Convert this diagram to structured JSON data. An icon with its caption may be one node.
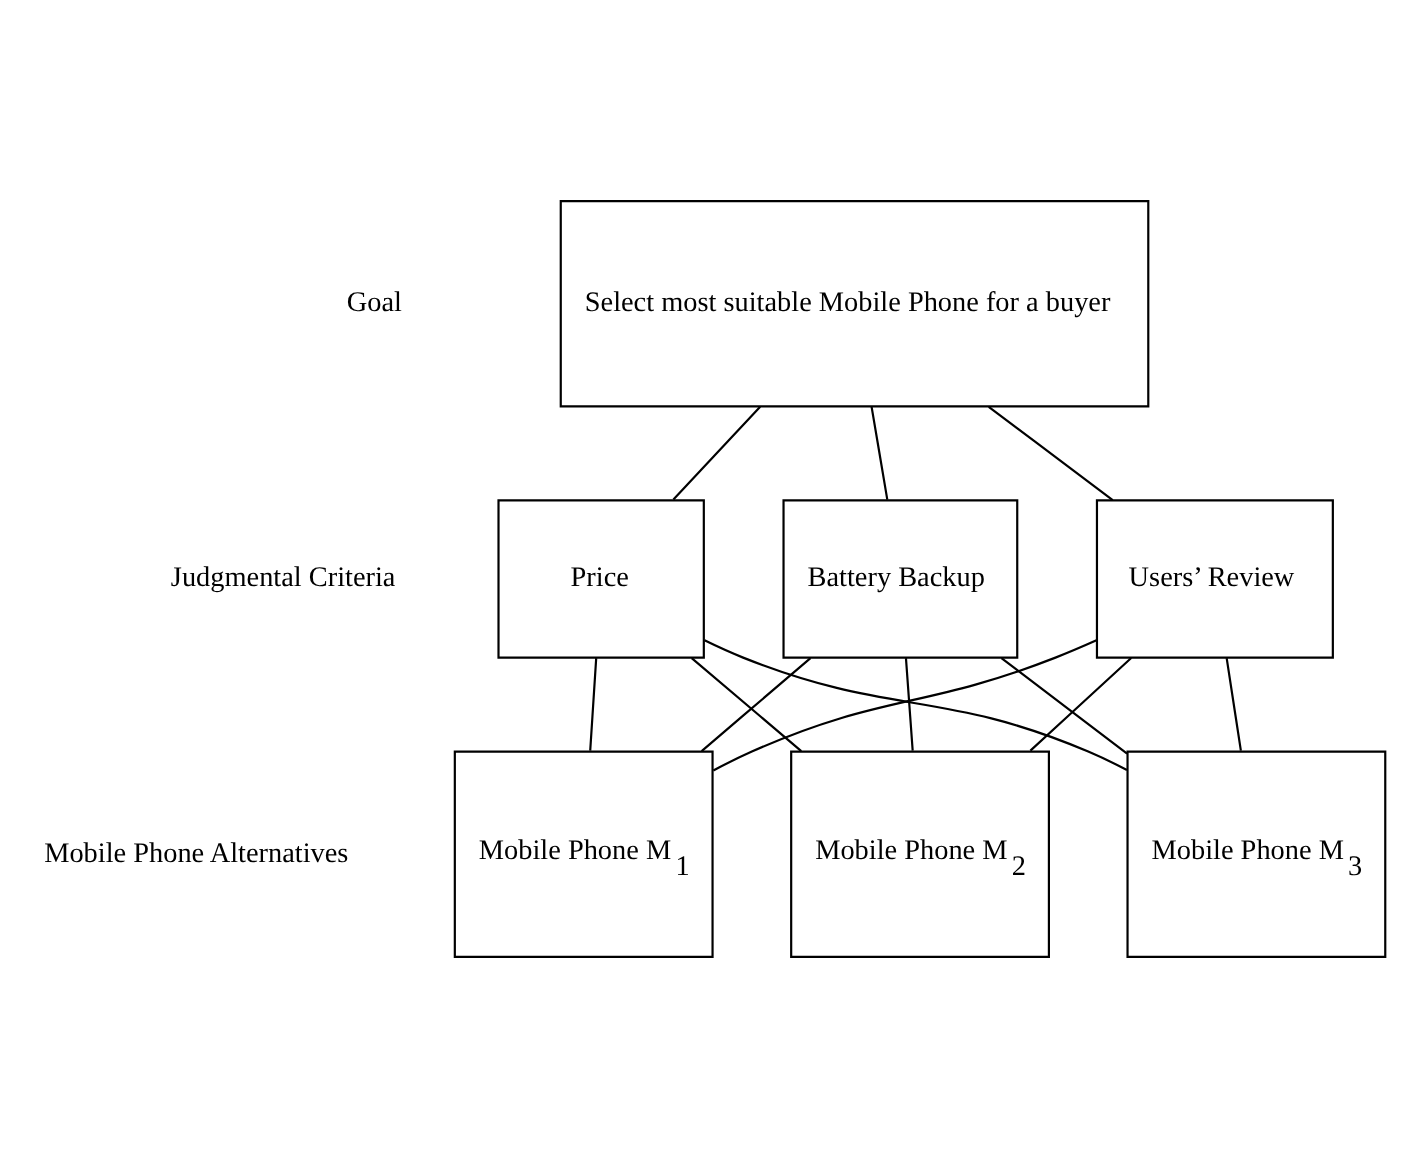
{
  "diagram": {
    "nodes": [
      {
        "text": [
          "Select most suitable Mobile Phone for a buyer"
        ]
      },
      {
        "text": [
          "Price"
        ]
      },
      {
        "text": [
          "Battery Backup"
        ]
      },
      {
        "text": [
          "Users’ Review"
        ]
      },
      {
        "text": [
          "Mobile Phone M$_{1}$"
        ]
      },
      {
        "text": [
          "Mobile Phone M$_{2}$"
        ]
      },
      {
        "text": [
          "Mobile Phone M$_{3}$"
        ]
      }
    ],
    "edges": [
      {
        "from": 0,
        "to": 1,
        "arrow": "none"
      },
      {
        "from": 0,
        "to": 2,
        "arrow": "none"
      },
      {
        "from": 0,
        "to": 3,
        "arrow": "none"
      },
      {
        "from": 1,
        "to": 4,
        "arrow": "none"
      },
      {
        "from": 1,
        "to": 5,
        "arrow": "none"
      },
      {
        "from": 1,
        "to": 6,
        "arrow": "none"
      },
      {
        "from": 2,
        "to": 4,
        "arrow": "none"
      },
      {
        "from": 2,
        "to": 5,
        "arrow": "none"
      },
      {
        "from": 2,
        "to": 6,
        "arrow": "none"
      },
      {
        "from": 3,
        "to": 4,
        "arrow": "none"
      },
      {
        "from": 3,
        "to": 5,
        "arrow": "none"
      },
      {
        "from": 3,
        "to": 6,
        "arrow": "none"
      }
    ],
    "labels": [
      "Goal",
      "Judgmental Criteria",
      "Mobile Phone Alternatives"
    ]
  }
}
